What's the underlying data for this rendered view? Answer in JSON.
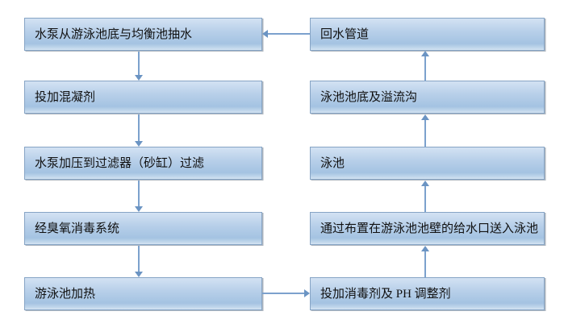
{
  "diagram": {
    "type": "flowchart",
    "topic": "swimming-pool-water-circulation-treatment-cycle",
    "left_column": [
      {
        "label": "水泵从游泳池底与均衡池抽水"
      },
      {
        "label": "投加混凝剂"
      },
      {
        "label": "水泵加压到过滤器（砂缸）过滤"
      },
      {
        "label": "经臭氧消毒系统"
      },
      {
        "label": "游泳池加热"
      }
    ],
    "right_column": [
      {
        "label": "回水管道"
      },
      {
        "label": "泳池池底及溢流沟"
      },
      {
        "label": "泳池"
      },
      {
        "label": "通过布置在游泳池池壁的给水口送入泳池"
      },
      {
        "label": "投加消毒剂及 PH 调整剂"
      }
    ],
    "connections": [
      {
        "from": "水泵从游泳池底与均衡池抽水",
        "to": "投加混凝剂",
        "direction": "down"
      },
      {
        "from": "投加混凝剂",
        "to": "水泵加压到过滤器（砂缸）过滤",
        "direction": "down"
      },
      {
        "from": "水泵加压到过滤器（砂缸）过滤",
        "to": "经臭氧消毒系统",
        "direction": "down"
      },
      {
        "from": "经臭氧消毒系统",
        "to": "游泳池加热",
        "direction": "down"
      },
      {
        "from": "游泳池加热",
        "to": "投加消毒剂及 PH 调整剂",
        "direction": "right"
      },
      {
        "from": "投加消毒剂及 PH 调整剂",
        "to": "通过布置在游泳池池壁的给水口送入泳池",
        "direction": "up"
      },
      {
        "from": "通过布置在游泳池池壁的给水口送入泳池",
        "to": "泳池",
        "direction": "up"
      },
      {
        "from": "泳池",
        "to": "泳池池底及溢流沟",
        "direction": "up"
      },
      {
        "from": "泳池池底及溢流沟",
        "to": "回水管道",
        "direction": "up"
      },
      {
        "from": "回水管道",
        "to": "水泵从游泳池底与均衡池抽水",
        "direction": "left"
      }
    ]
  },
  "colors": {
    "background": "#ffffff",
    "box_fill_top": "#d3e2f3",
    "box_fill_mid": "#a4c3e2",
    "box_fill_bottom": "#d5e4f3",
    "box_border": "#86a4c5",
    "arrow": "#7ca1cd",
    "arrow_head": "#6b94c3",
    "text": "#111111"
  }
}
